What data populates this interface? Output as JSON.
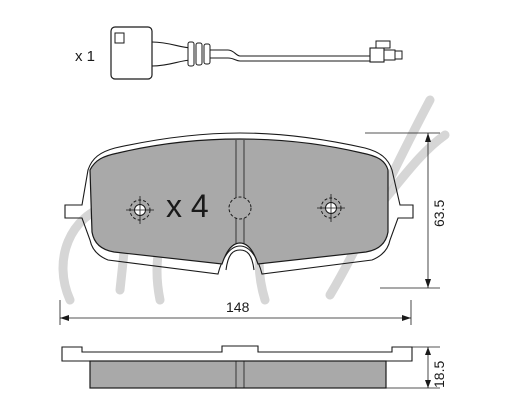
{
  "sensor": {
    "quantity_label": "x 1"
  },
  "pad": {
    "quantity_label": "x 4"
  },
  "dimensions": {
    "width": "148",
    "height": "63.5",
    "thickness": "18.5"
  },
  "colors": {
    "pad_fill": "#a9a9a9",
    "line": "#1a1a1a",
    "watermark": "#c8c8c8"
  }
}
